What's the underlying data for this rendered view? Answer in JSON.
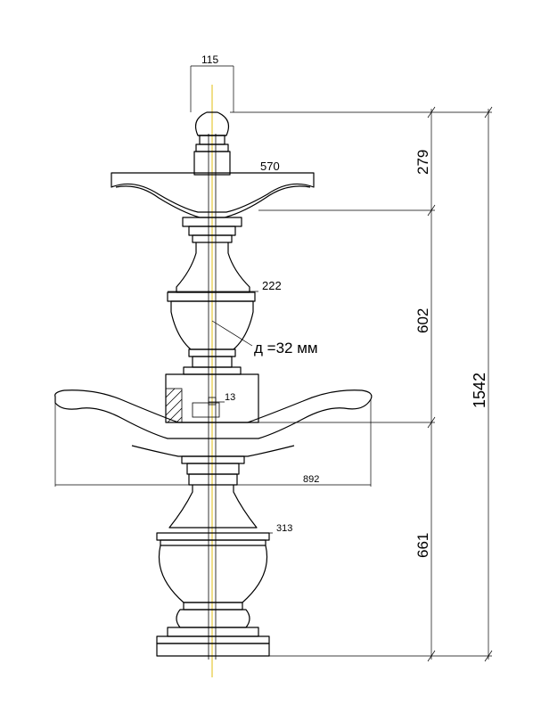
{
  "drawing": {
    "dimensions": {
      "top_diameter": "115",
      "upper_bowl_width": "570",
      "middle_diameter": "222",
      "pipe_note": "д =32 мм",
      "inner_detail": "13",
      "lower_bowl_width": "892",
      "pedestal_diameter": "313",
      "upper_section_height": "279",
      "middle_section_height": "602",
      "lower_section_height": "661",
      "total_height": "1542"
    },
    "colors": {
      "lines": "#000000",
      "axis": "#e6c93a",
      "background": "#ffffff"
    }
  }
}
